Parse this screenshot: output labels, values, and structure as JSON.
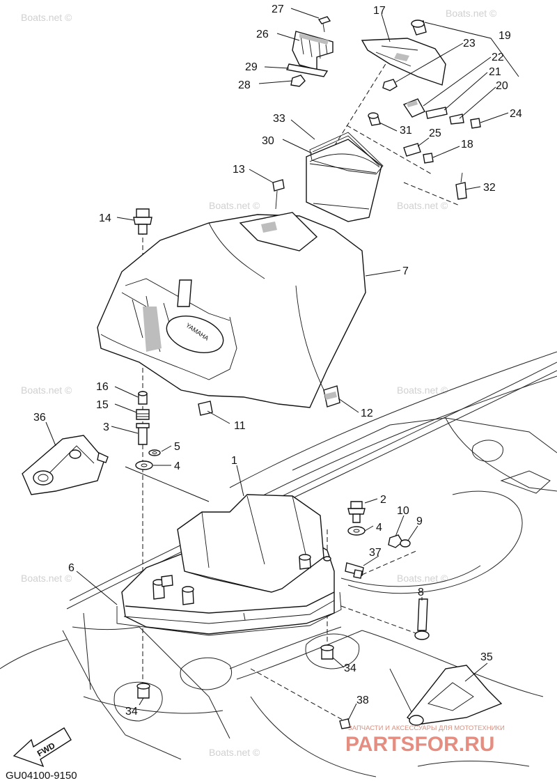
{
  "diagram": {
    "code": "GU04100-9150",
    "fwd_label": "FWD",
    "watermark": "Boats.net ©",
    "logo": {
      "top_text": "ЗАПЧАСТИ И АКСЕССУАРЫ ДЛЯ МОТОТЕХНИКИ",
      "brand": "PARTSFOR.RU",
      "brand_color": "#e07a6a"
    },
    "tank_emblem": "YAMAHA",
    "callouts": [
      {
        "id": "27",
        "label": "27"
      },
      {
        "id": "26",
        "label": "26"
      },
      {
        "id": "29",
        "label": "29"
      },
      {
        "id": "28",
        "label": "28"
      },
      {
        "id": "17",
        "label": "17"
      },
      {
        "id": "23",
        "label": "23"
      },
      {
        "id": "19",
        "label": "19"
      },
      {
        "id": "22",
        "label": "22"
      },
      {
        "id": "21",
        "label": "21"
      },
      {
        "id": "20",
        "label": "20"
      },
      {
        "id": "24",
        "label": "24"
      },
      {
        "id": "33",
        "label": "33"
      },
      {
        "id": "31",
        "label": "31"
      },
      {
        "id": "25",
        "label": "25"
      },
      {
        "id": "30",
        "label": "30"
      },
      {
        "id": "18",
        "label": "18"
      },
      {
        "id": "13",
        "label": "13"
      },
      {
        "id": "32",
        "label": "32"
      },
      {
        "id": "14",
        "label": "14"
      },
      {
        "id": "7",
        "label": "7"
      },
      {
        "id": "16",
        "label": "16"
      },
      {
        "id": "15",
        "label": "15"
      },
      {
        "id": "11",
        "label": "11"
      },
      {
        "id": "12",
        "label": "12"
      },
      {
        "id": "36",
        "label": "36"
      },
      {
        "id": "3",
        "label": "3"
      },
      {
        "id": "5",
        "label": "5"
      },
      {
        "id": "4a",
        "label": "4"
      },
      {
        "id": "1",
        "label": "1"
      },
      {
        "id": "2",
        "label": "2"
      },
      {
        "id": "10",
        "label": "10"
      },
      {
        "id": "9",
        "label": "9"
      },
      {
        "id": "4b",
        "label": "4"
      },
      {
        "id": "37",
        "label": "37"
      },
      {
        "id": "6",
        "label": "6"
      },
      {
        "id": "8",
        "label": "8"
      },
      {
        "id": "35",
        "label": "35"
      },
      {
        "id": "34a",
        "label": "34"
      },
      {
        "id": "34b",
        "label": "34"
      },
      {
        "id": "38",
        "label": "38"
      }
    ]
  }
}
